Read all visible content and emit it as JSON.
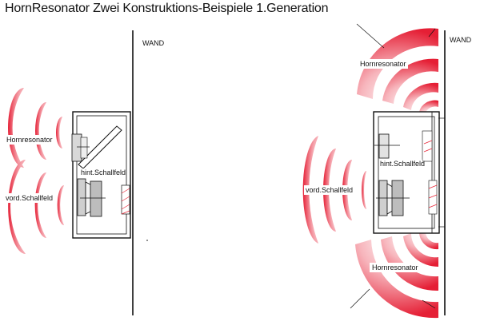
{
  "title": "HornResonator   Zwei Konstruktions-Beispiele  1.Generation",
  "colors": {
    "wave": "#e8283a",
    "line": "#111111"
  },
  "left_example": {
    "wall_label": "WAND",
    "horn_label": "Hornresonator",
    "rear_label": "hint.Schallfeld",
    "front_label": "vord.Schallfeld"
  },
  "right_example": {
    "wall_label": "WAND",
    "horn_top_label": "Hornresonator",
    "rear_label": "hint.Schallfeld",
    "front_label": "vord.Schallfeld",
    "horn_bottom_label": "Hornresonator"
  }
}
